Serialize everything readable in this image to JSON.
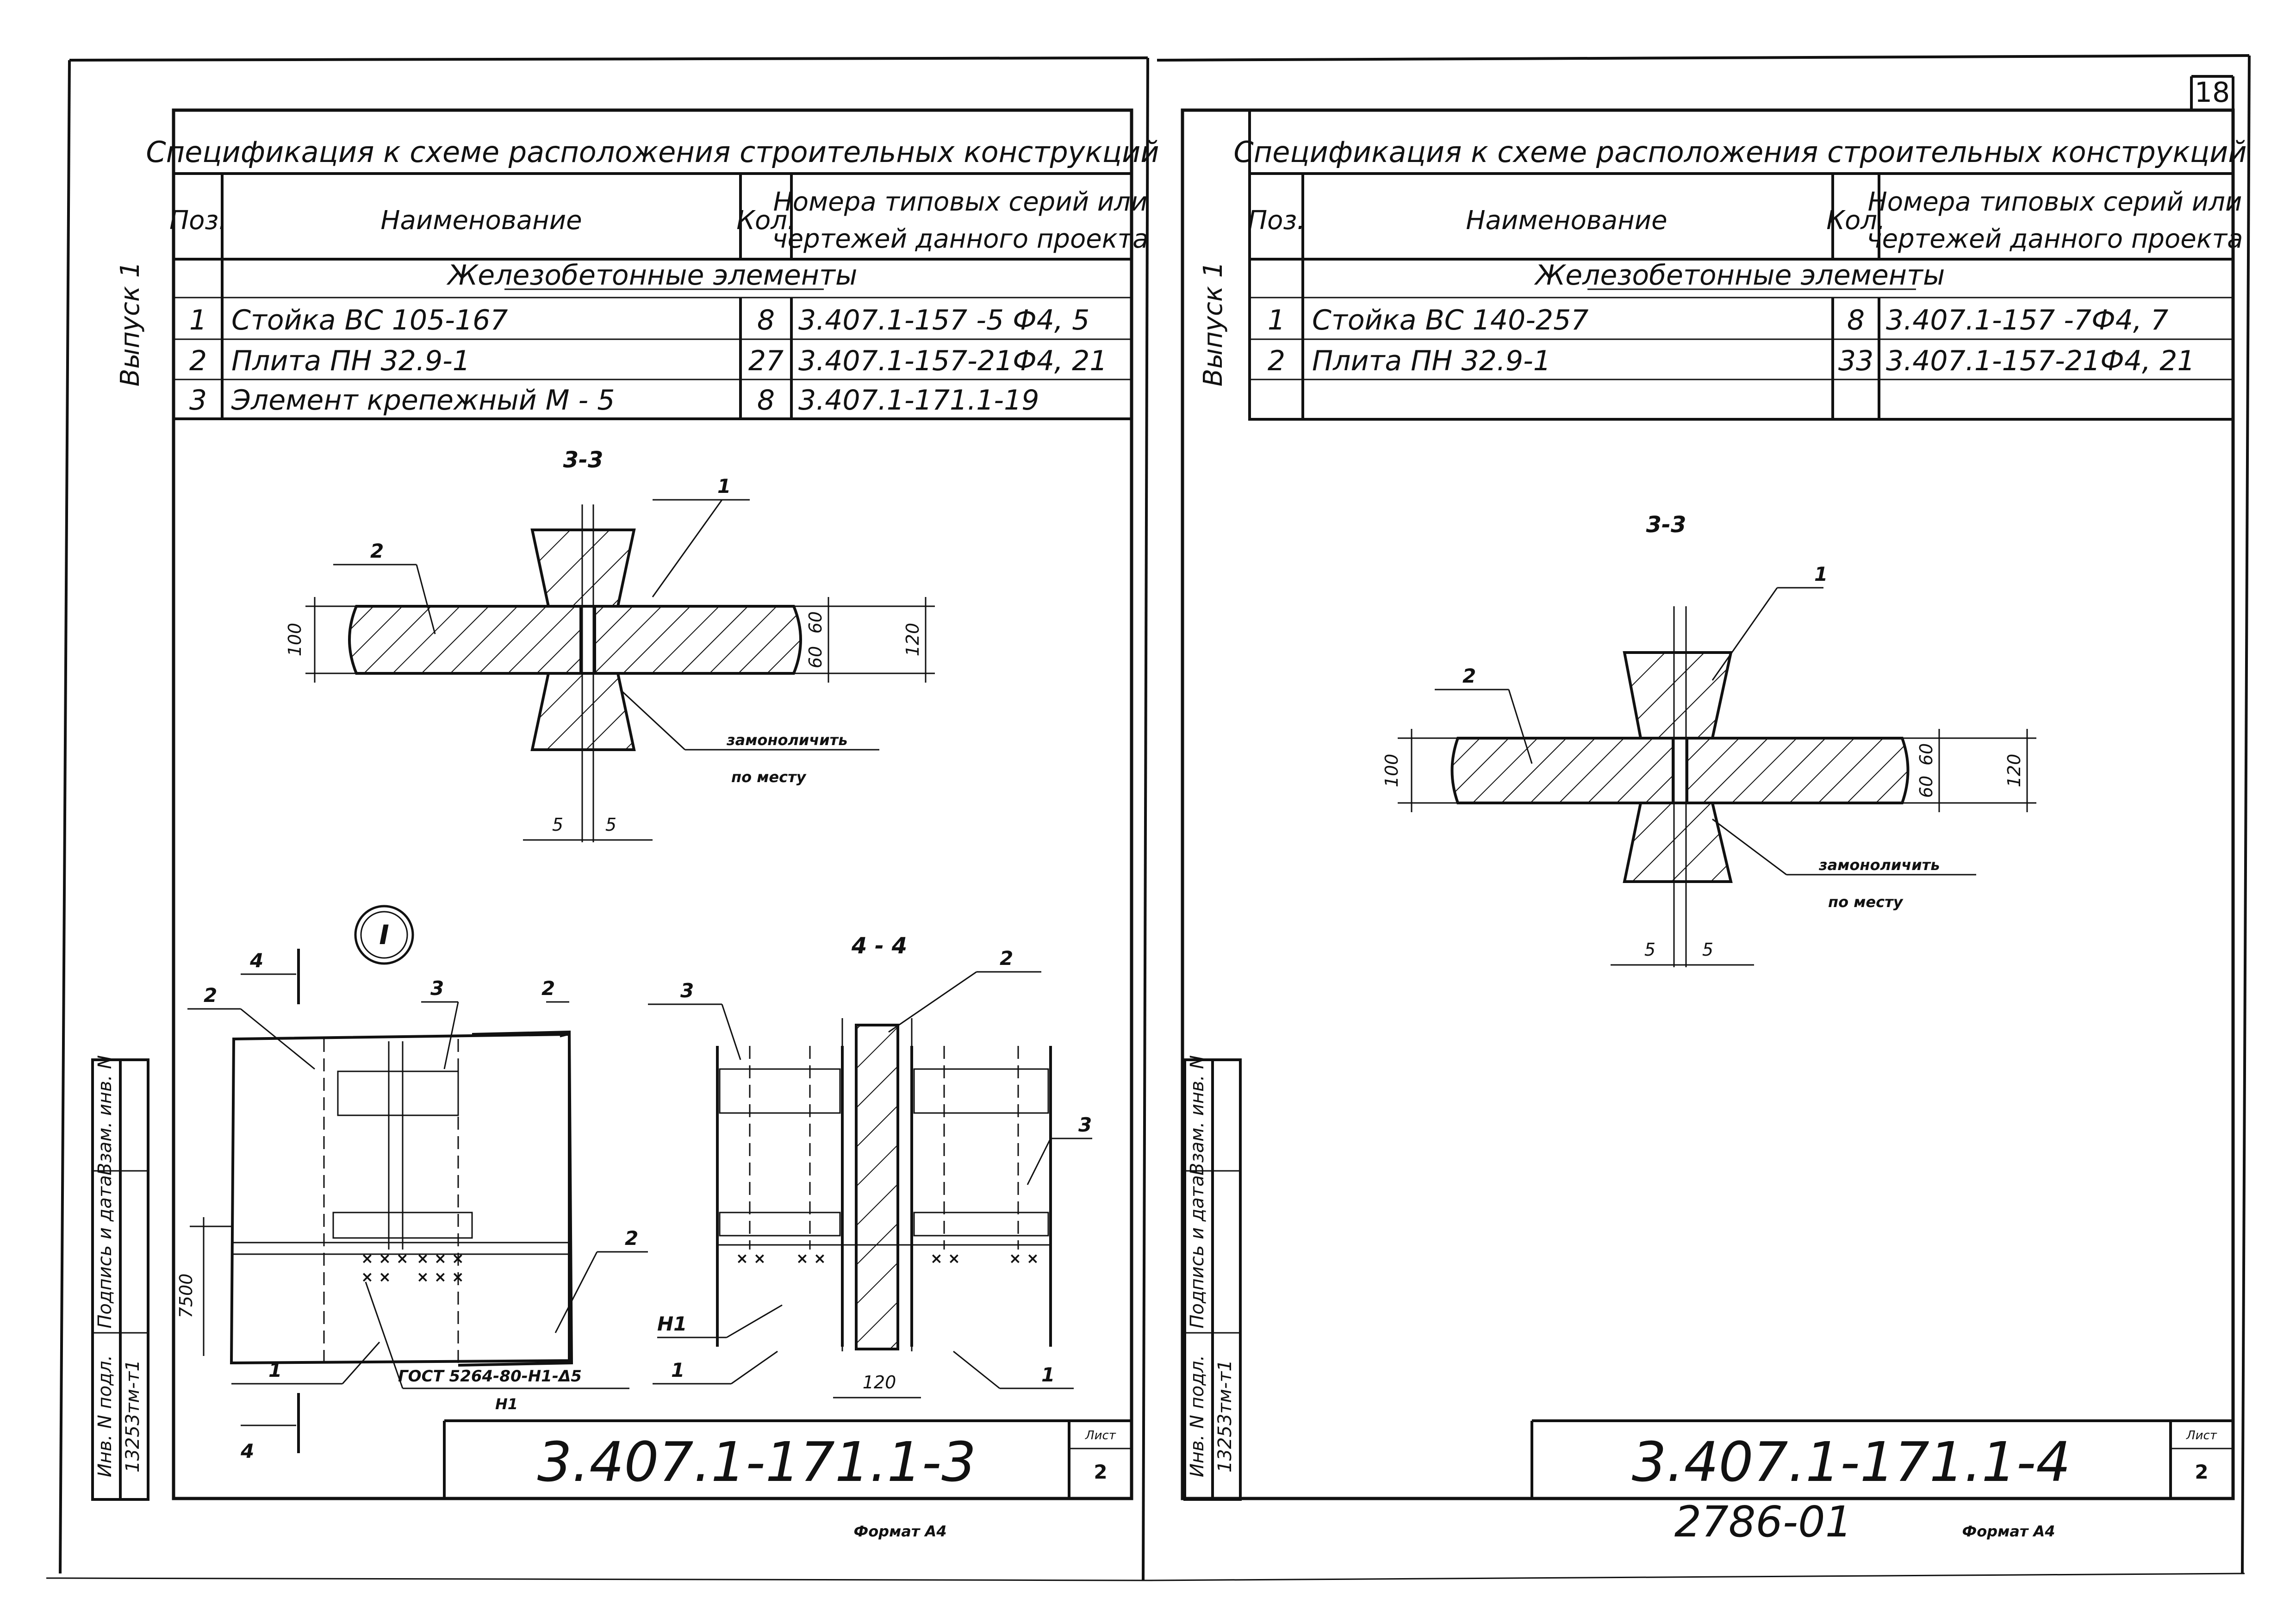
{
  "page_number": "18",
  "format_left": "Формат А4",
  "format_right": "Формат А4",
  "handwritten_number": "2786-01",
  "sheet_label": "Лист",
  "side_stamp": {
    "inv_podl": "Инв. N подл.",
    "podpis": "Подпись и дата",
    "vzam": "Взам. инв. N",
    "code": "13253тм-т1"
  },
  "left": {
    "vypusk": "Выпуск 1",
    "spec_title": "Спецификация к схеме расположения строительных конструкций",
    "columns": {
      "pos": "Поз.",
      "name": "Наименование",
      "qty": "Кол.",
      "ref_line1": "Номера типовых серий или",
      "ref_line2": "чертежей данного проекта"
    },
    "group": "Железобетонные элементы",
    "rows": [
      {
        "pos": "1",
        "name": "Стойка ВС 105-167",
        "qty": "8",
        "ref": "3.407.1-157 -5 Ф4, 5"
      },
      {
        "pos": "2",
        "name": "Плита ПН 32.9-1",
        "qty": "27",
        "ref": "3.407.1-157-21Ф4, 21"
      },
      {
        "pos": "3",
        "name": "Элемент крепежный М - 5",
        "qty": "8",
        "ref": "3.407.1-171.1-19"
      }
    ],
    "section_33": "3-3",
    "section_44": "4 - 4",
    "node_mark": "I",
    "dims": {
      "d100": "100",
      "d60a": "60",
      "d60b": "60",
      "d120": "120",
      "d5a": "5",
      "d5b": "5",
      "d7500": "7500",
      "d120b": "120"
    },
    "note_zamonol_1": "замоноличить",
    "note_zamonol_2": "по месту",
    "gost": "ГОСТ 5264-80-Н1-Δ5",
    "n1a": "Н1",
    "n1b": "Н1",
    "section_arrow": "4",
    "doc_code": "3.407.1-171.1-3",
    "sheet_no": "2"
  },
  "right": {
    "vypusk": "Выпуск 1",
    "spec_title": "Спецификация к схеме расположения строительных конструкций",
    "columns": {
      "pos": "Поз.",
      "name": "Наименование",
      "qty": "Кол.",
      "ref_line1": "Номера типовых серий или",
      "ref_line2": "чертежей данного проекта"
    },
    "group": "Железобетонные элементы",
    "rows": [
      {
        "pos": "1",
        "name": "Стойка ВС 140-257",
        "qty": "8",
        "ref": "3.407.1-157 -7Ф4, 7"
      },
      {
        "pos": "2",
        "name": "Плита ПН 32.9-1",
        "qty": "33",
        "ref": "3.407.1-157-21Ф4, 21"
      }
    ],
    "section_33": "3-3",
    "dims": {
      "d100": "100",
      "d60a": "60",
      "d60b": "60",
      "d120": "120",
      "d5a": "5",
      "d5b": "5"
    },
    "note_zamonol_1": "замоноличить",
    "note_zamonol_2": "по месту",
    "doc_code": "3.407.1-171.1-4",
    "sheet_no": "2"
  },
  "colors": {
    "ink": "#111111",
    "paper": "#ffffff"
  }
}
